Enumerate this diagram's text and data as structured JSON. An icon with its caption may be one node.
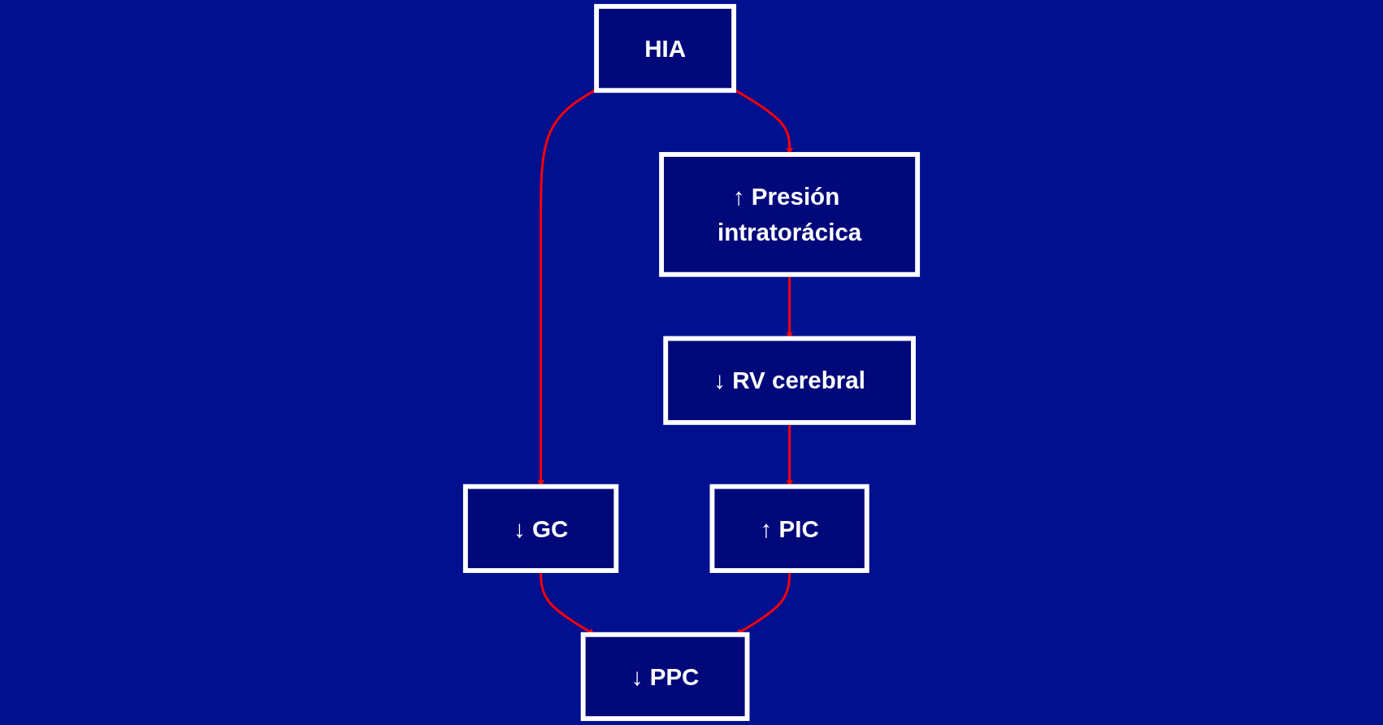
{
  "diagram": {
    "nodes": [
      {
        "text": [
          "HIA"
        ]
      },
      {
        "text": [
          "↑ Presión intratorácica"
        ]
      },
      {
        "text": [
          "↓ GC"
        ]
      },
      {
        "text": [
          "↓ RV cerebral"
        ]
      },
      {
        "text": [
          "↑ PIC"
        ]
      },
      {
        "text": [
          "↓ PPC"
        ]
      }
    ],
    "edges": [
      {
        "from": 0,
        "to": 1,
        "arrow": "to"
      },
      {
        "from": 0,
        "to": 2,
        "arrow": "to"
      },
      {
        "from": 1,
        "to": 3,
        "arrow": "to"
      },
      {
        "from": 3,
        "to": 4,
        "arrow": "to"
      },
      {
        "from": 2,
        "to": 5,
        "arrow": "to"
      },
      {
        "from": 4,
        "to": 5,
        "arrow": "to"
      }
    ]
  }
}
